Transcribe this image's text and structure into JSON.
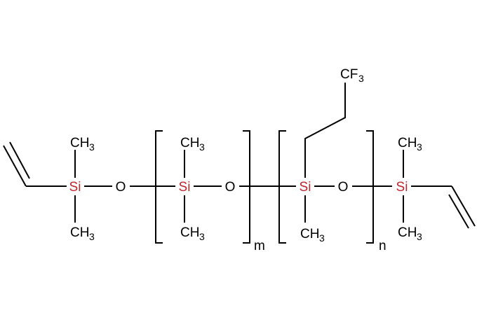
{
  "structure": {
    "atoms": {
      "si": "Si",
      "o": "O",
      "methyl": "CH",
      "methyl_sub": "3",
      "trifluoromethyl": "CF",
      "trifluoromethyl_sub": "3"
    },
    "repeat_labels": {
      "first": "m",
      "second": "n"
    },
    "colors": {
      "silicon": "#c0272d",
      "bonds": "#000000"
    }
  }
}
